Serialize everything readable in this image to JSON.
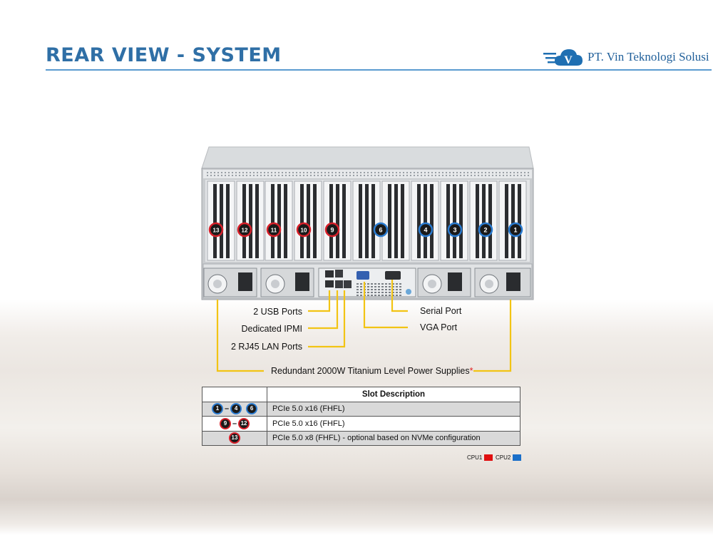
{
  "header": {
    "title": "REAR VIEW - SYSTEM",
    "company": "PT. Vin Teknologi Solusi",
    "logo_letter": "V"
  },
  "slots_front": [
    {
      "id": "13",
      "cpu": "CPU1"
    },
    {
      "id": "12",
      "cpu": "CPU1"
    },
    {
      "id": "11",
      "cpu": "CPU1"
    },
    {
      "id": "10",
      "cpu": "CPU1"
    },
    {
      "id": "9",
      "cpu": "CPU1"
    },
    {
      "id": "6",
      "cpu": "CPU2"
    },
    {
      "id": "4",
      "cpu": "CPU2"
    },
    {
      "id": "3",
      "cpu": "CPU2"
    },
    {
      "id": "2",
      "cpu": "CPU2"
    },
    {
      "id": "1",
      "cpu": "CPU2"
    }
  ],
  "callouts": {
    "usb": "2 USB Ports",
    "ipmi": "Dedicated IPMI",
    "lan": "2 RJ45 LAN Ports",
    "serial": "Serial Port",
    "vga": "VGA Port",
    "psu": "Redundant 2000W Titanium Level Power Supplies",
    "psu_mark": "*"
  },
  "table": {
    "header": "Slot Description",
    "rows": [
      {
        "ids": [
          "1",
          "4",
          "6"
        ],
        "id_style": "blue",
        "range": true,
        "desc": "PCIe 5.0 x16 (FHFL)"
      },
      {
        "ids": [
          "9",
          "12"
        ],
        "id_style": "red",
        "range": true,
        "desc": "PCIe 5.0 x16 (FHFL)"
      },
      {
        "ids": [
          "13"
        ],
        "id_style": "red",
        "range": false,
        "desc": "PCIe 5.0 x8 (FHFL) - optional based on NVMe configuration"
      }
    ]
  },
  "legend": {
    "cpu1_label": "CPU1",
    "cpu2_label": "CPU2",
    "cpu1_color": "#e01010",
    "cpu2_color": "#1a6fc9"
  }
}
